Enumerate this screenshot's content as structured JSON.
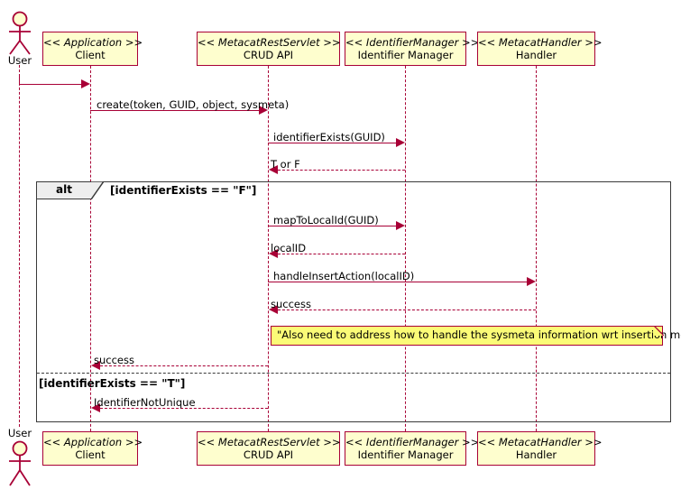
{
  "diagram": {
    "kind": "uml-sequence-diagram",
    "colors": {
      "participant_fill": "#FEFECE",
      "participant_border": "#A80036",
      "arrow": "#A80036",
      "note_fill": "#FBFB77",
      "frame_border": "#3A3A3A",
      "frame_tab_fill": "#EEEEEE"
    },
    "actor": {
      "label": "User",
      "icon": "actor-stick-figure"
    },
    "participants": [
      {
        "id": "client",
        "stereotype": "<< Application >>",
        "name": "Client"
      },
      {
        "id": "crud",
        "stereotype": "<< MetacatRestServlet >>",
        "name": "CRUD API"
      },
      {
        "id": "idmgr",
        "stereotype": "<< IdentifierManager >>",
        "name": "Identifier Manager"
      },
      {
        "id": "handler",
        "stereotype": "<< MetacatHandler >>",
        "name": "Handler"
      }
    ],
    "messages": [
      {
        "id": "m0",
        "from": "User",
        "to": "client",
        "label": "",
        "type": "call"
      },
      {
        "id": "m1",
        "from": "client",
        "to": "crud",
        "label": "create(token, GUID, object, sysmeta)",
        "type": "call"
      },
      {
        "id": "m2",
        "from": "crud",
        "to": "idmgr",
        "label": "identifierExists(GUID)",
        "type": "call"
      },
      {
        "id": "m3",
        "from": "idmgr",
        "to": "crud",
        "label": "T or F",
        "type": "return"
      },
      {
        "id": "m4",
        "from": "crud",
        "to": "idmgr",
        "label": "mapToLocalId(GUID)",
        "type": "call"
      },
      {
        "id": "m5",
        "from": "idmgr",
        "to": "crud",
        "label": "localID",
        "type": "return"
      },
      {
        "id": "m6",
        "from": "crud",
        "to": "handler",
        "label": "handleInsertAction(localID)",
        "type": "call"
      },
      {
        "id": "m7",
        "from": "handler",
        "to": "crud",
        "label": "success",
        "type": "return"
      },
      {
        "id": "m8",
        "from": "crud",
        "to": "client",
        "label": "success",
        "type": "return"
      },
      {
        "id": "m9",
        "from": "crud",
        "to": "client",
        "label": "IdentifierNotUnique",
        "type": "return"
      }
    ],
    "fragment": {
      "operator": "alt",
      "branches": [
        {
          "condition": "[identifierExists == \"F\"]"
        },
        {
          "condition": "[identifierExists == \"T\"]"
        }
      ]
    },
    "note": {
      "text": "\"Also need to address how to handle the sysmeta information wrt insertion methods\""
    }
  }
}
